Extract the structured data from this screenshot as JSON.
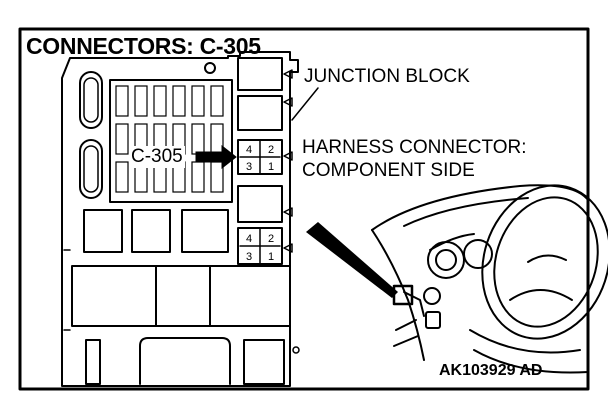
{
  "title": "CONNECTORS: C-305",
  "labels": {
    "junction_block": "JUNCTION BLOCK",
    "harness_line1": "HARNESS CONNECTOR:",
    "harness_line2": "COMPONENT SIDE",
    "callout": "C-305",
    "figure_code": "AK103929 AD"
  },
  "connectors": [
    {
      "top_pins": [
        "4",
        "2"
      ],
      "bottom_pins": [
        "3",
        "1"
      ]
    },
    {
      "top_pins": [
        "4",
        "2"
      ],
      "bottom_pins": [
        "3",
        "1"
      ]
    }
  ],
  "colors": {
    "line": "#000000",
    "background": "#ffffff"
  }
}
